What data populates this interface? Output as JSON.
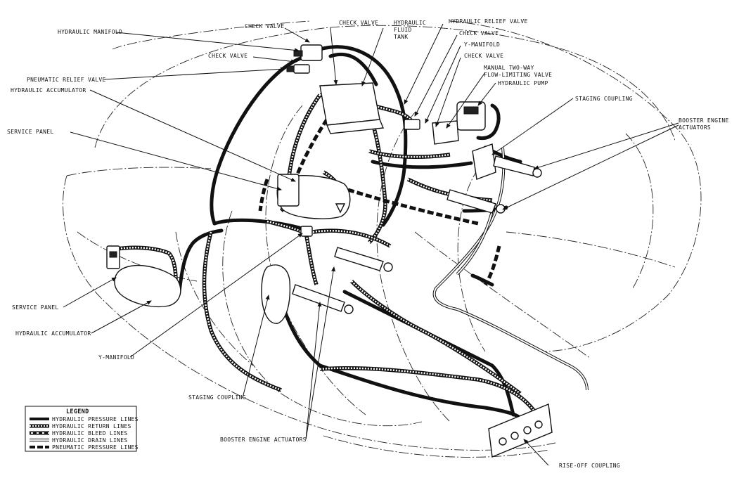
{
  "labels": {
    "hydraulic_manifold": "HYDRAULIC MANIFOLD",
    "check_valve_top": "CHECK VALVE",
    "check_valve_left": "CHECK VALVE",
    "check_valve_center": "CHECK VALVE",
    "hydraulic_fluid_tank_line1": "HYDRAULIC",
    "hydraulic_fluid_tank_line2": "FLUID",
    "hydraulic_fluid_tank_line3": "TANK",
    "hydraulic_relief_valve": "HYDRAULIC RELIEF VALVE",
    "check_valve_right1": "CHECK VALVE",
    "y_manifold_top": "Y-MANIFOLD",
    "check_valve_right2": "CHECK VALVE",
    "manual_valve_line1": "MANUAL TWO-WAY",
    "manual_valve_line2": "FLOW-LIMITING VALVE",
    "hydraulic_pump": "HYDRAULIC PUMP",
    "staging_coupling_top": "STAGING COUPLING",
    "booster_actuators_right_line1": "BOOSTER ENGINE",
    "booster_actuators_right_line2": "ACTUATORS",
    "pneumatic_relief_valve": "PNEUMATIC RELIEF VALVE",
    "hydraulic_accumulator_top": "HYDRAULIC ACCUMULATOR",
    "service_panel_top": "SERVICE PANEL",
    "service_panel_bottom": "SERVICE PANEL",
    "hydraulic_accumulator_bottom": "HYDRAULIC ACCUMULATOR",
    "y_manifold_bottom": "Y-MANIFOLD",
    "staging_coupling_bottom": "STAGING COUPLING",
    "booster_actuators_bottom": "BOOSTER ENGINE ACTUATORS",
    "rise_off_coupling": "RISE-OFF COUPLING"
  },
  "legend": {
    "title": "LEGEND",
    "items": [
      {
        "label": "HYDRAULIC PRESSURE LINES",
        "kind": "pressure"
      },
      {
        "label": "HYDRAULIC RETURN LINES",
        "kind": "return"
      },
      {
        "label": "HYDRAULIC BLEED LINES",
        "kind": "bleed"
      },
      {
        "label": "HYDRAULIC DRAIN LINES",
        "kind": "drain"
      },
      {
        "label": "PNEUMATIC PRESSURE LINES",
        "kind": "pneumatic"
      }
    ]
  },
  "colors": {
    "ink": "#111111",
    "paper": "#ffffff"
  }
}
